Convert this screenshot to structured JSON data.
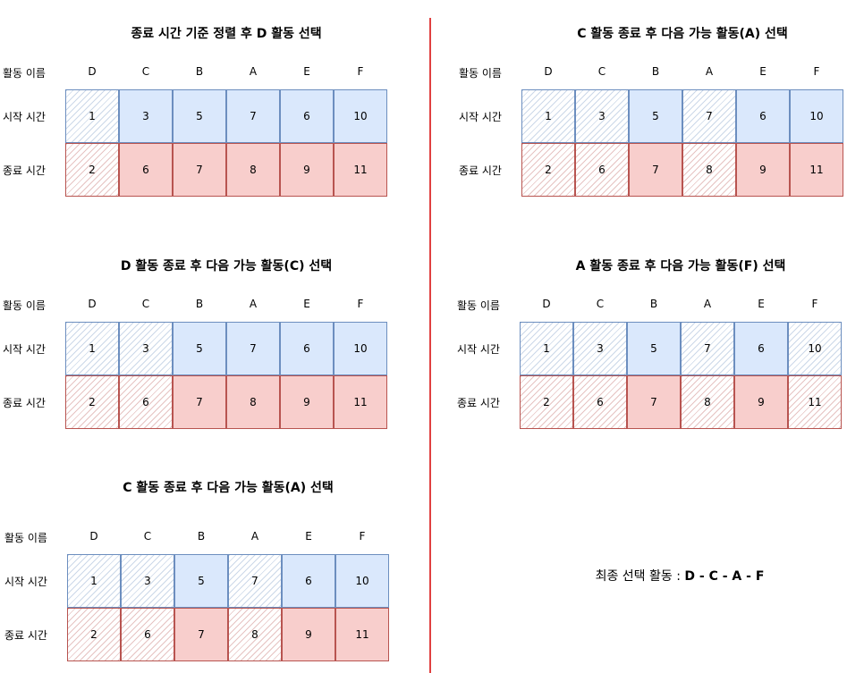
{
  "labels": {
    "activity_name": "활동 이름",
    "start_time": "시작 시간",
    "end_time": "종료 시간"
  },
  "activities": [
    "D",
    "C",
    "B",
    "A",
    "E",
    "F"
  ],
  "start_times": [
    "1",
    "3",
    "5",
    "7",
    "6",
    "10"
  ],
  "end_times": [
    "2",
    "6",
    "7",
    "8",
    "9",
    "11"
  ],
  "panels": [
    {
      "title": "종료 시간 기준 정렬 후 D 활동 선택",
      "selected": [
        "D"
      ]
    },
    {
      "title": "C 활동 종료 후 다음 가능 활동(A) 선택",
      "selected": [
        "D",
        "C",
        "A"
      ]
    },
    {
      "title": "D 활동 종료 후 다음 가능 활동(C) 선택",
      "selected": [
        "D",
        "C"
      ]
    },
    {
      "title": "A 활동 종료 후 다음 가능 활동(F) 선택",
      "selected": [
        "D",
        "C",
        "A",
        "F"
      ]
    },
    {
      "title": "C 활동 종료 후 다음 가능 활동(A) 선택",
      "selected": [
        "D",
        "C",
        "A"
      ]
    }
  ],
  "final": {
    "label": "최종 선택 활동 :",
    "value": "D - C - A - F"
  }
}
